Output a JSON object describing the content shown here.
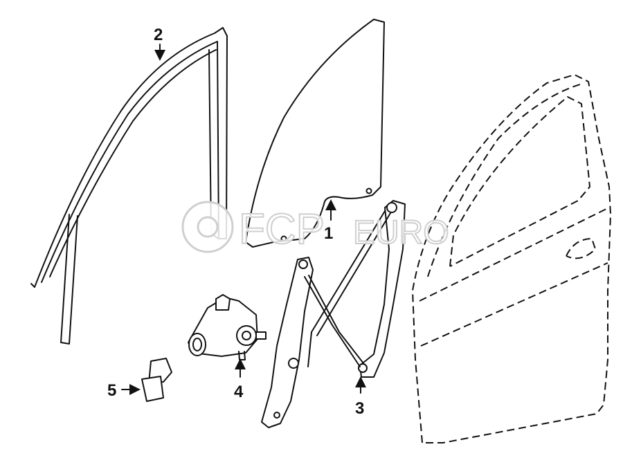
{
  "diagram": {
    "watermark": "FCP EURO",
    "callouts": [
      {
        "number": "1",
        "part": "door-glass"
      },
      {
        "number": "2",
        "part": "glass-run-channel"
      },
      {
        "number": "3",
        "part": "window-regulator"
      },
      {
        "number": "4",
        "part": "window-motor"
      },
      {
        "number": "5",
        "part": "motor-connector"
      }
    ]
  }
}
